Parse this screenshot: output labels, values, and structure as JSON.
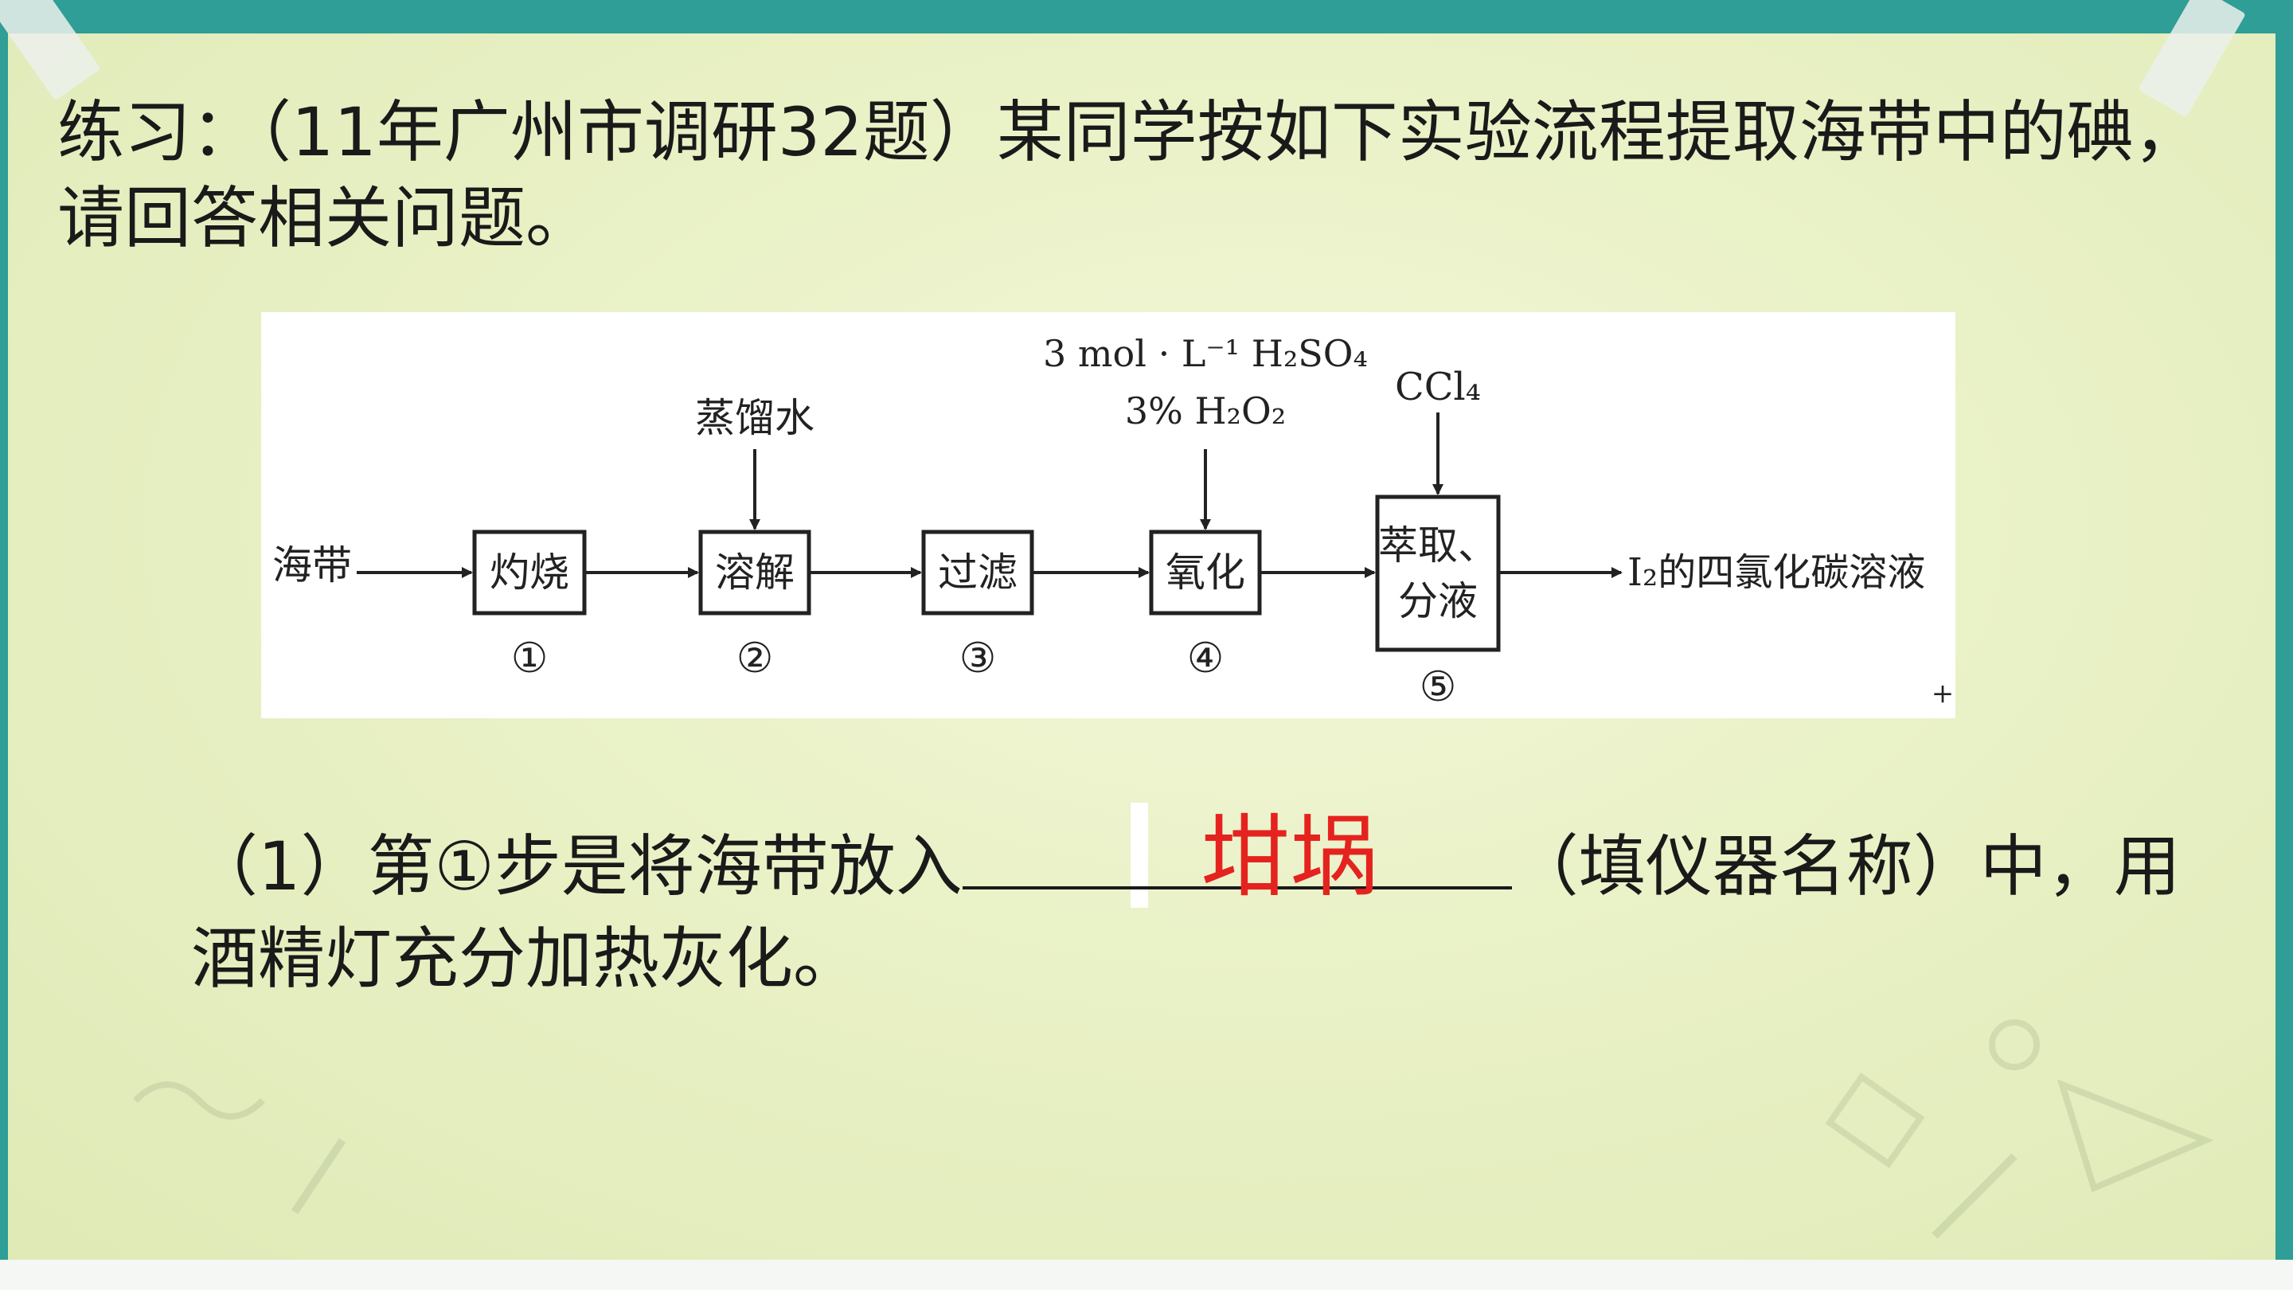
{
  "question": {
    "title": "练习：（11年广州市调研32题）某同学按如下实验流程提取海带中的碘，请回答相关问题。"
  },
  "flowchart": {
    "start_label": "海带",
    "steps": [
      {
        "label": "灼烧",
        "number": "①"
      },
      {
        "label": "溶解",
        "number": "②"
      },
      {
        "label": "过滤",
        "number": "③"
      },
      {
        "label": "氧化",
        "number": "④"
      },
      {
        "label_line1": "萃取、",
        "label_line2": "分液",
        "number": "⑤"
      }
    ],
    "reagents": {
      "dissolve": "蒸馏水",
      "oxidize_line1": "3 mol · L⁻¹ H₂SO₄",
      "oxidize_line2": "3% H₂O₂",
      "extract": "CCl₄"
    },
    "end_label": "I₂的四氯化碳溶液",
    "footer_mark": "+"
  },
  "subquestion": {
    "before": "（1）第①步是将海带放入",
    "after": "（填仪器名称）中，用酒精灯充分加热灰化。",
    "answer": "坩埚"
  },
  "colors": {
    "board": "#e9f1c6",
    "frame": "#2f9e96",
    "answer": "#e5231e"
  }
}
